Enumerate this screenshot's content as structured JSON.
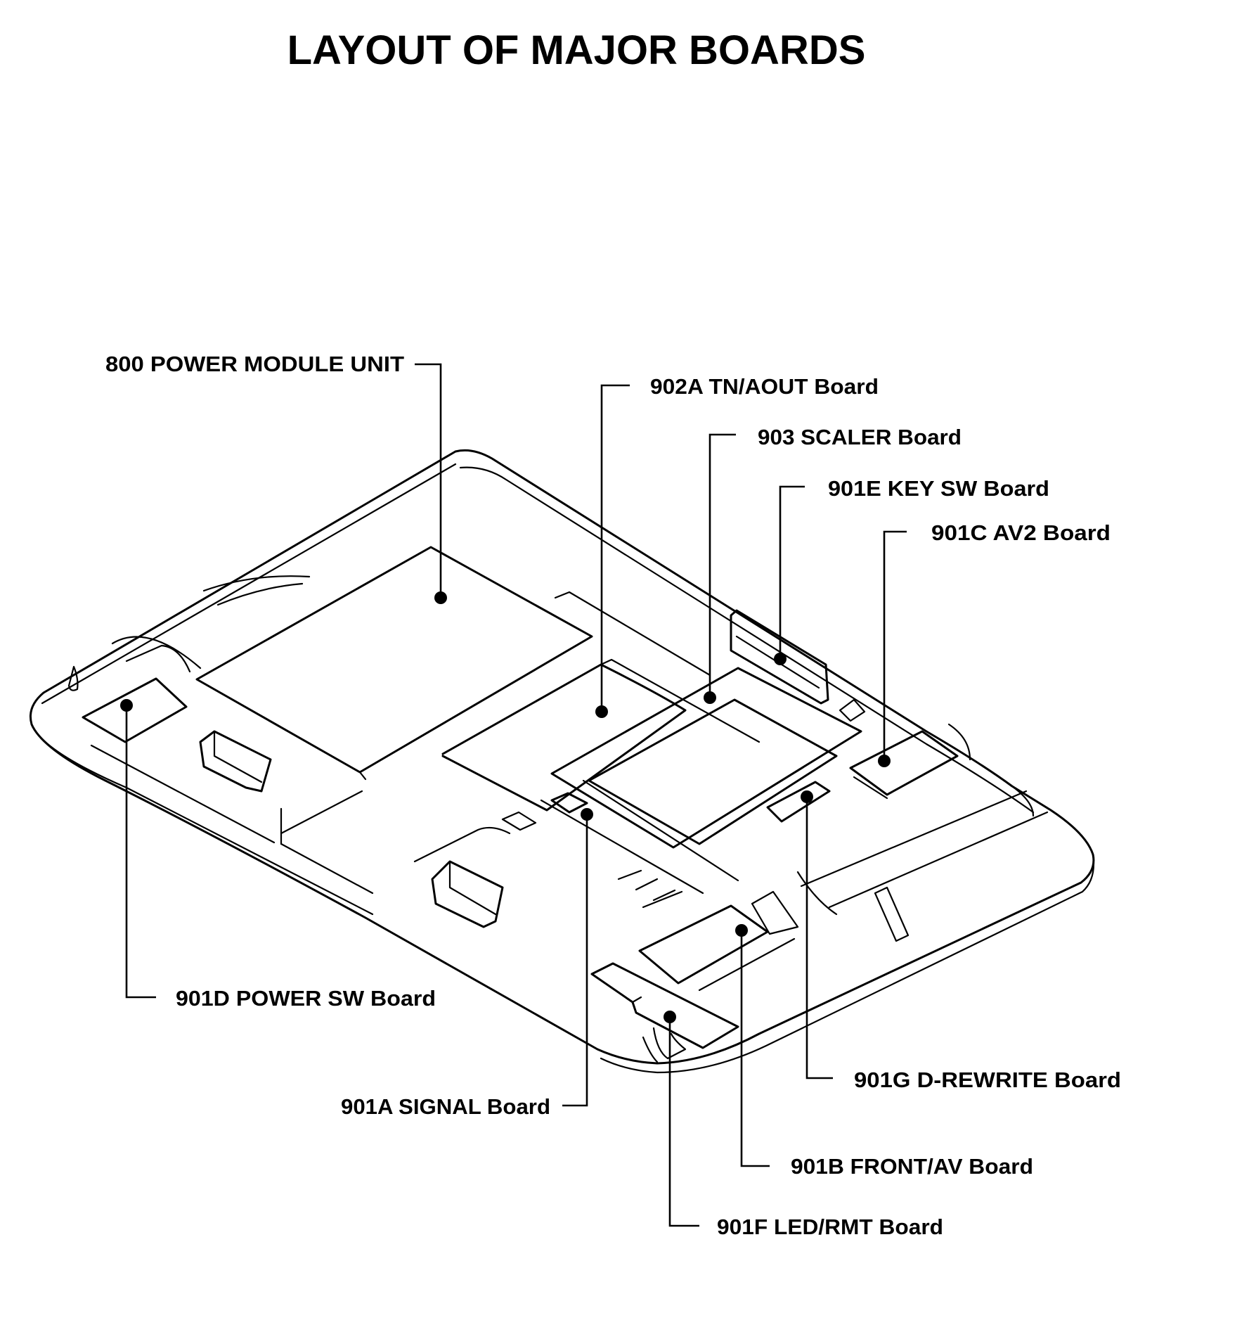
{
  "title": "LAYOUT OF MAJOR BOARDS",
  "labels": {
    "power_module": "800  POWER MODULE UNIT",
    "tn_aout": "902A  TN/AOUT Board",
    "scaler": "903  SCALER Board",
    "key_sw": "901E  KEY SW Board",
    "av2": "901C  AV2 Board",
    "power_sw": "901D  POWER SW Board",
    "signal": "901A  SIGNAL Board",
    "d_rewrite": "901G  D-REWRITE Board",
    "front_av": "901B  FRONT/AV Board",
    "led_rmt": "901F  LED/RMT Board"
  }
}
